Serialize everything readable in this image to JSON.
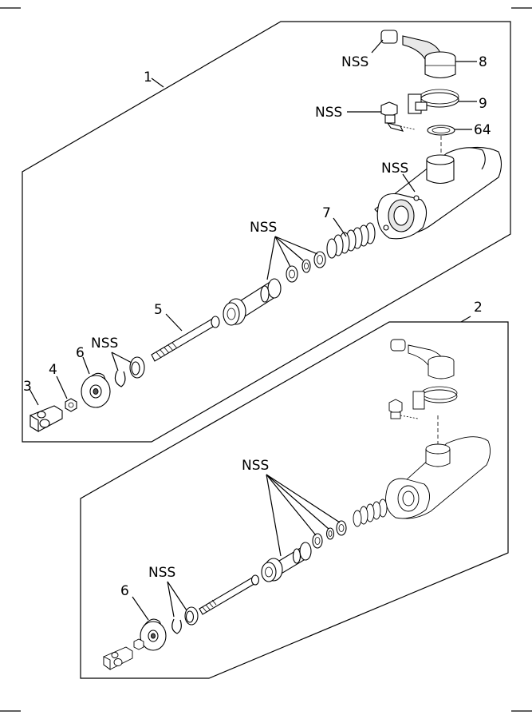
{
  "diagram": {
    "assemblies": [
      {
        "ref": "1"
      },
      {
        "ref": "2"
      }
    ],
    "labels": {
      "nss": "NSS",
      "p1": "1",
      "p2": "2",
      "p3": "3",
      "p4": "4",
      "p5": "5",
      "p6": "6",
      "p7": "7",
      "p8": "8",
      "p9": "9",
      "p64": "64"
    }
  }
}
